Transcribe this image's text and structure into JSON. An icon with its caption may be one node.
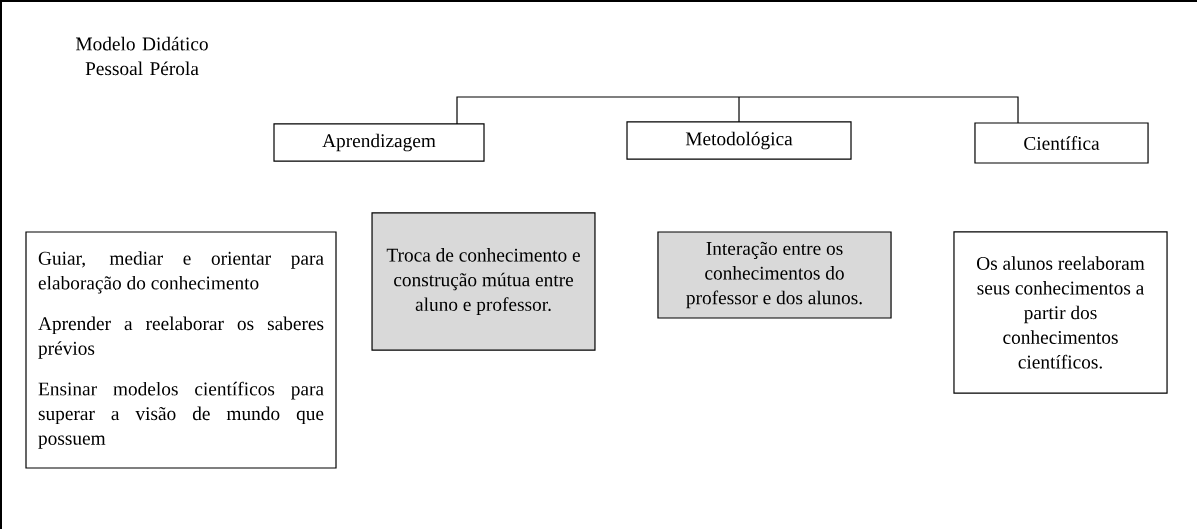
{
  "diagram": {
    "title": "Modelo Didático Pessoal Pérola",
    "nodes": [
      {
        "text": [
          "Aprendizagem"
        ]
      },
      {
        "text": [
          "Metodológica"
        ]
      },
      {
        "text": [
          "Científica"
        ]
      },
      {
        "text": [
          "Guiar, mediar e orientar para elaboração do conhecimento",
          "Aprender a reelaborar os saberes prévios",
          "Ensinar modelos científicos para superar a visão de mundo que possuem"
        ]
      },
      {
        "text": [
          "Troca de conhecimento e construção mútua entre aluno e professor."
        ]
      },
      {
        "text": [
          "Interação entre os conhecimentos do professor e dos alunos."
        ]
      },
      {
        "text": [
          "Os alunos reelaboram seus conhecimentos a partir dos conhecimentos científicos."
        ]
      }
    ],
    "edges": []
  }
}
